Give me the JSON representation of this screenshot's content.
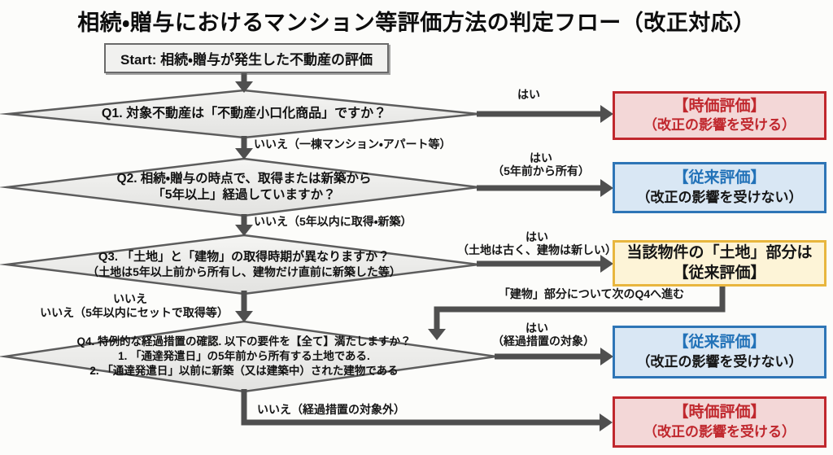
{
  "title": "相続・贈与におけるマンション等評価方法の判定フロー（改正対応）",
  "start_node": {
    "label": "Start: 相続・贈与が発生した不動産の評価"
  },
  "questions": [
    {
      "id": "Q1",
      "lines": [
        "Q1. 対象不動産は「不動産小口化商品」ですか？"
      ]
    },
    {
      "id": "Q2",
      "lines": [
        "Q2. 相続・贈与の時点で、取得または新築から",
        "「5年以上」経過していますか？"
      ]
    },
    {
      "id": "Q3",
      "lines": [
        "Q3. 「土地」と「建物」の取得時期が異なりますか？",
        "（土地は5年以上前から所有し、建物だけ直前に新築した等）"
      ]
    },
    {
      "id": "Q4",
      "lines": [
        "Q4. 特例的な経過措置の確認. 以下の要件を【全て】満たしますか？",
        "1. 「通達発遣日」の5年前から所有する土地である.",
        "2. 「通達発遣日」以前に新築（又は建築中）された建物である"
      ]
    }
  ],
  "edge_labels": {
    "q1_yes": "はい",
    "q1_no": "いいえ（一棟マンション・アパート等）",
    "q2_yes_line1": "はい",
    "q2_yes_line2": "（5年前から所有）",
    "q2_no": "いいえ（5年以内に取得・新築）",
    "q3_yes_line1": "はい",
    "q3_yes_line2": "（土地は古く、建物は新しい）",
    "q3_no_line1": "いいえ",
    "q3_no_line2": "いいえ（5年以内にセットで取得等）",
    "q3_to_q4": "「建物」部分について次のQ4へ進む",
    "q4_yes_line1": "はい",
    "q4_yes_line2": "（経過措置の対象）",
    "q4_no": "いいえ（経過措置の対象外）"
  },
  "results": [
    {
      "kind": "market-value",
      "line1": "【時価評価】",
      "line2": "（改正の影響を受ける）"
    },
    {
      "kind": "conventional",
      "line1": "【従来評価】",
      "line2": "（改正の影響を受けない）"
    },
    {
      "kind": "land-conventional",
      "line1": "当該物件の「土地」部分は",
      "line2": "【従来評価】"
    },
    {
      "kind": "conventional",
      "line1": "【従来評価】",
      "line2": "（改正の影響を受けない）"
    },
    {
      "kind": "market-value",
      "line1": "【時価評価】",
      "line2": "（改正の影響を受ける）"
    }
  ],
  "colors": {
    "market_value_accent": "#c0272d",
    "market_value_fill": "#f3d7d7",
    "conventional_accent": "#2e75b6",
    "conventional_fill": "#d9e7f4",
    "land_accent": "#e8b63e",
    "land_fill": "#fdf4d7",
    "connector": "#4f4f4f",
    "diamond_border": "#5c5c5c"
  }
}
